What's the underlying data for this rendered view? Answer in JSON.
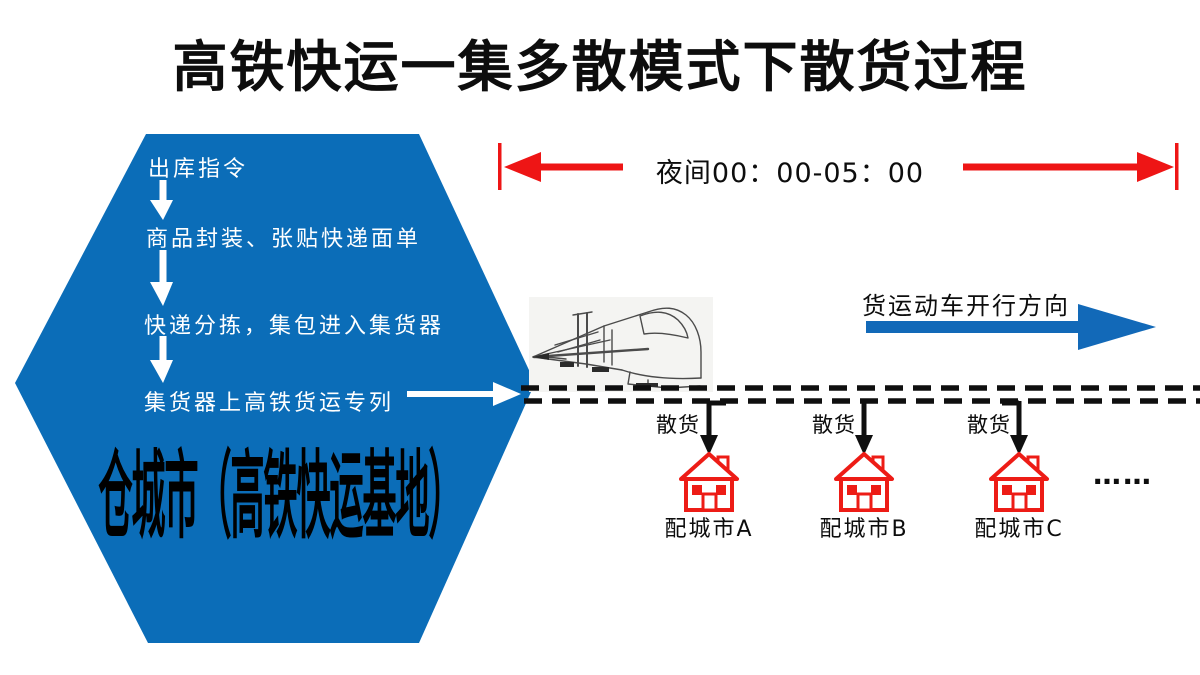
{
  "title": "高铁快运一集多散模式下散货过程",
  "hexagon": {
    "color": "#0B6DB8",
    "steps": [
      "出库指令",
      "商品封装、张贴快递面单",
      "快递分拣，集包进入集货器",
      "集货器上高铁货运专列"
    ],
    "base_label": "仓城市（高铁快运基地）"
  },
  "timeline": {
    "label": "夜间00：00-05：00",
    "color": "#EE1515"
  },
  "direction": {
    "label": "货运动车开行方向",
    "arrow_color": "#1269B8"
  },
  "track": {
    "color": "#0F0F0F"
  },
  "drops": [
    {
      "cargo_label": "散货",
      "city_label": "配城市A"
    },
    {
      "cargo_label": "散货",
      "city_label": "配城市B"
    },
    {
      "cargo_label": "散货",
      "city_label": "配城市C"
    }
  ],
  "ellipsis": "……",
  "house": {
    "color": "#ED1C16",
    "icon": "house-icon"
  },
  "train": {
    "icon": "train-sketch-icon"
  }
}
